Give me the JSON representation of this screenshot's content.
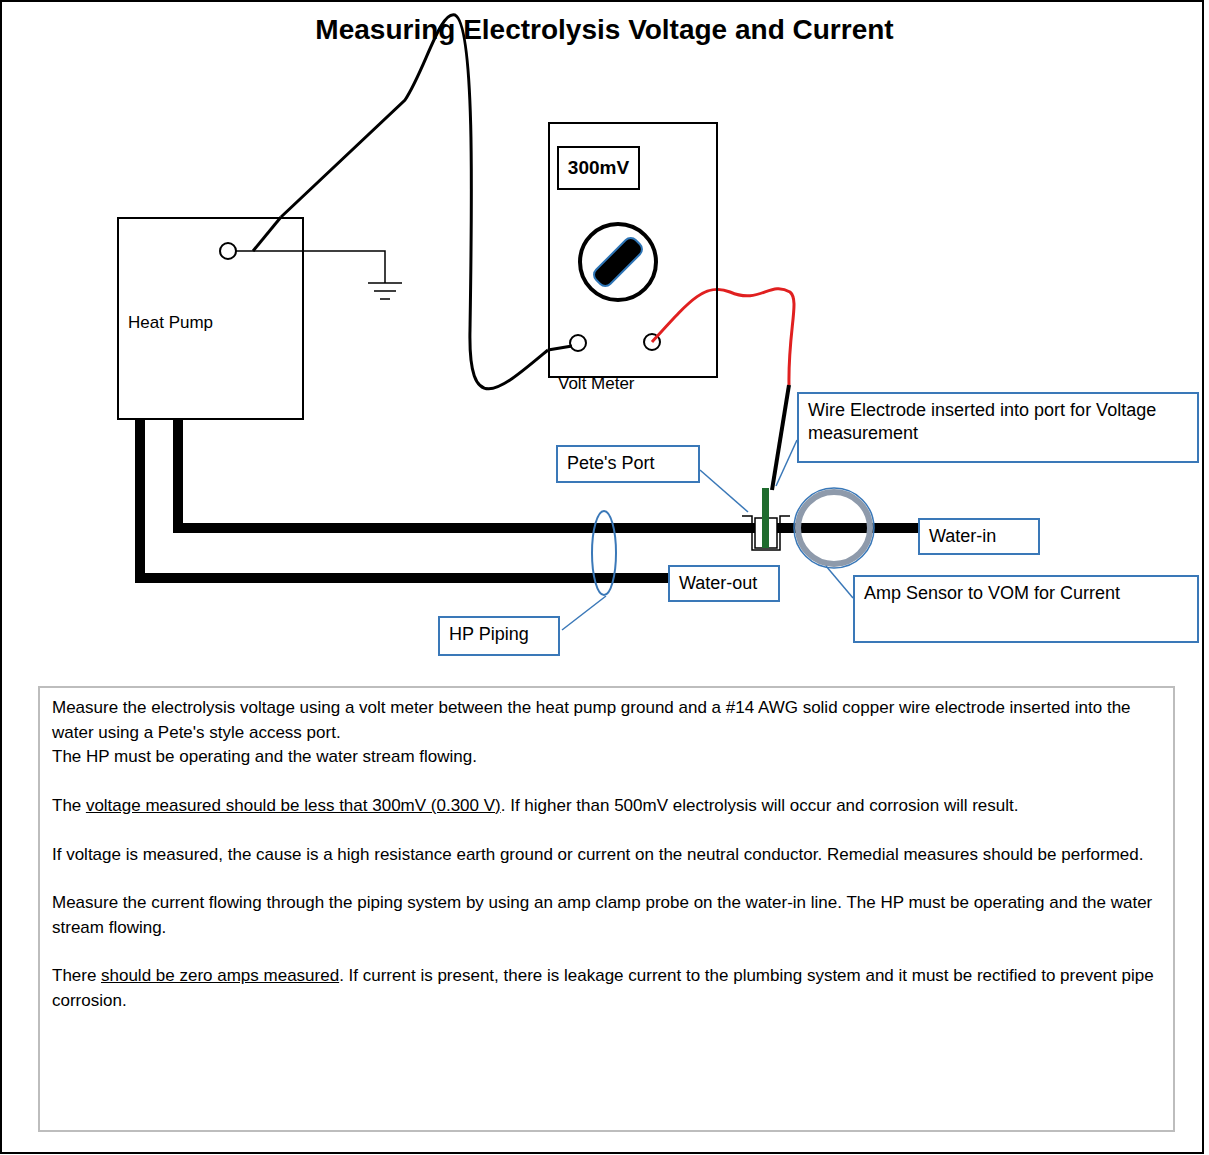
{
  "diagram": {
    "title": "Measuring Electrolysis Voltage and Current",
    "nodes": [
      {
        "text": [
          "Heat Pump"
        ]
      },
      {
        "text": [
          "Volt Meter"
        ]
      },
      {
        "text": [
          "300mV"
        ],
        "in": 1
      },
      {
        "text": [
          "Wire Electrode inserted into port for Voltage measurement"
        ]
      },
      {
        "text": [
          "Pete's Port"
        ]
      },
      {
        "text": [
          "Water-in"
        ]
      },
      {
        "text": [
          "Water-out"
        ]
      },
      {
        "text": [
          "Amp Sensor to VOM for Current"
        ]
      },
      {
        "text": [
          "HP Piping"
        ]
      },
      {
        "text": [
          "Measure the electrolysis voltage using a volt meter between the heat pump ground and a #14 AWG solid copper wire electrode inserted into the water using a Pete's style access port.",
          "The HP must be operating and the water stream flowing.",
          "The",
          "voltage measured should be less that 300mV (0.300 V)",
          ". If higher than 500mV electrolysis will occur and corrosion will result.",
          "If voltage is measured, the cause is a high resistance earth ground or current on the neutral conductor. Remedial measures should be performed.",
          "Measure the current flowing through the piping system by using an amp clamp probe on the water-in line. The HP must be operating and the water stream flowing.",
          "There",
          "should be zero amps measured",
          ". If current is present, there is leakage current to the plumbing system and it must be rectified to prevent pipe corrosion."
        ]
      }
    ],
    "edges": [
      {
        "from": 0,
        "to": 1,
        "arrow": "none"
      }
    ]
  }
}
